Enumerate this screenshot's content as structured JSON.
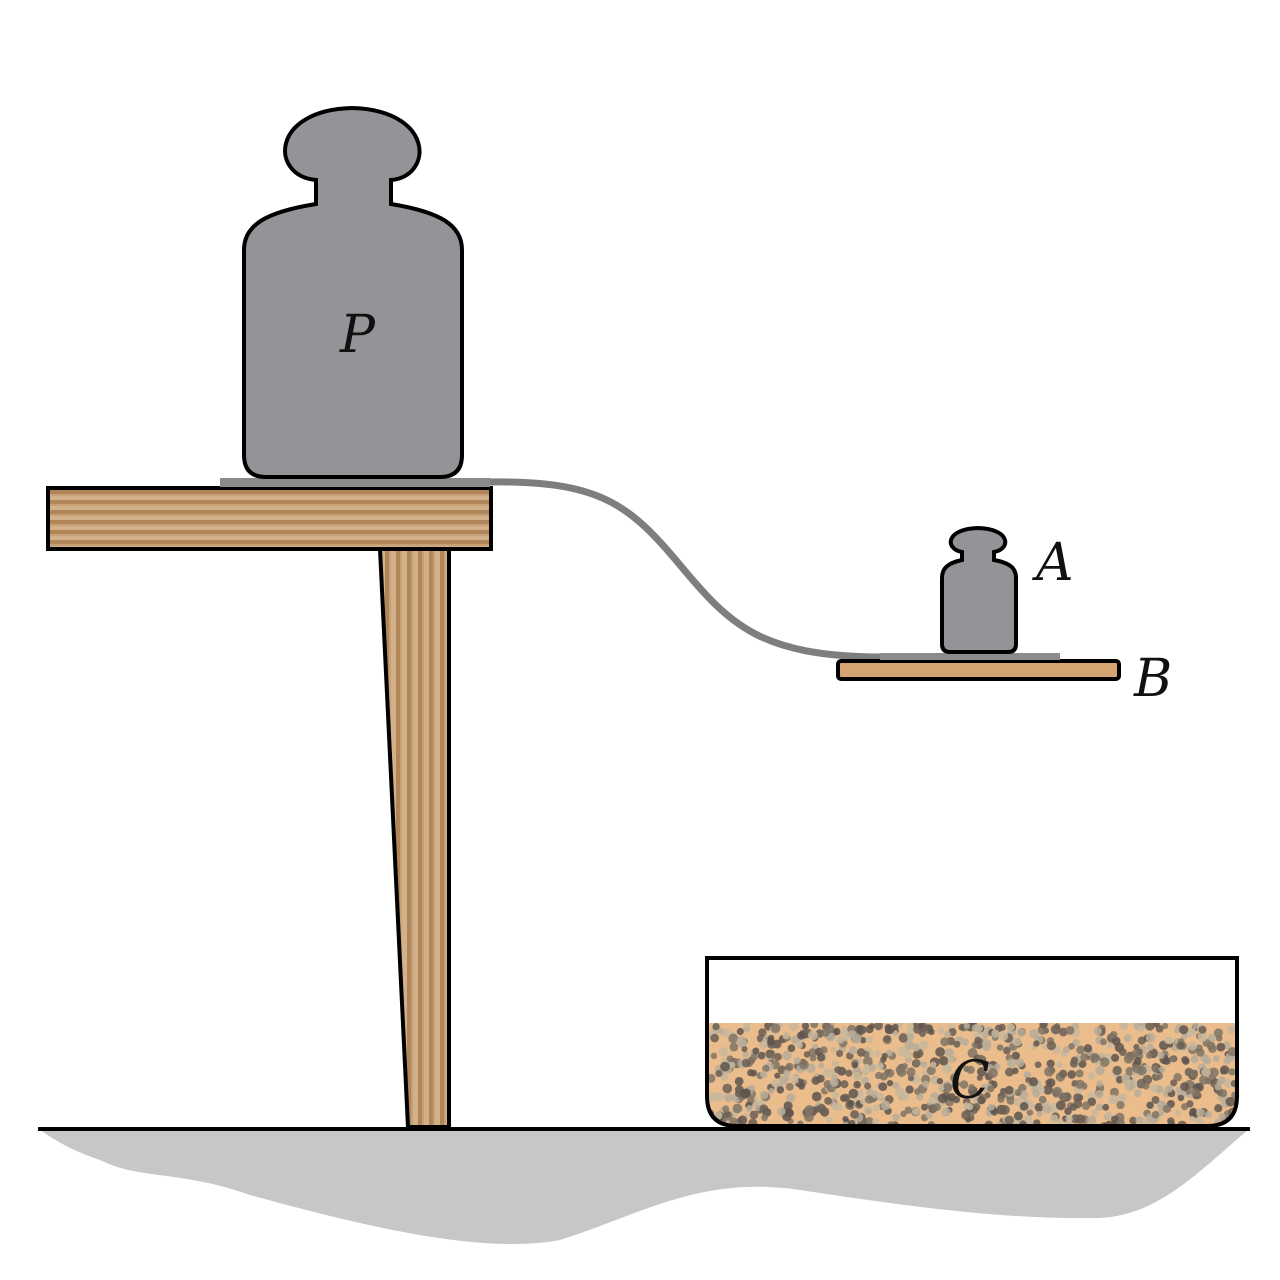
{
  "labels": {
    "P": "P",
    "A": "A",
    "B": "B",
    "C": "C"
  },
  "colors": {
    "weight": "#939497",
    "wood": "#c49a6c",
    "sand": "#ebbd8c",
    "ground": "#c6c7c9",
    "strip": "#7d7e80"
  }
}
